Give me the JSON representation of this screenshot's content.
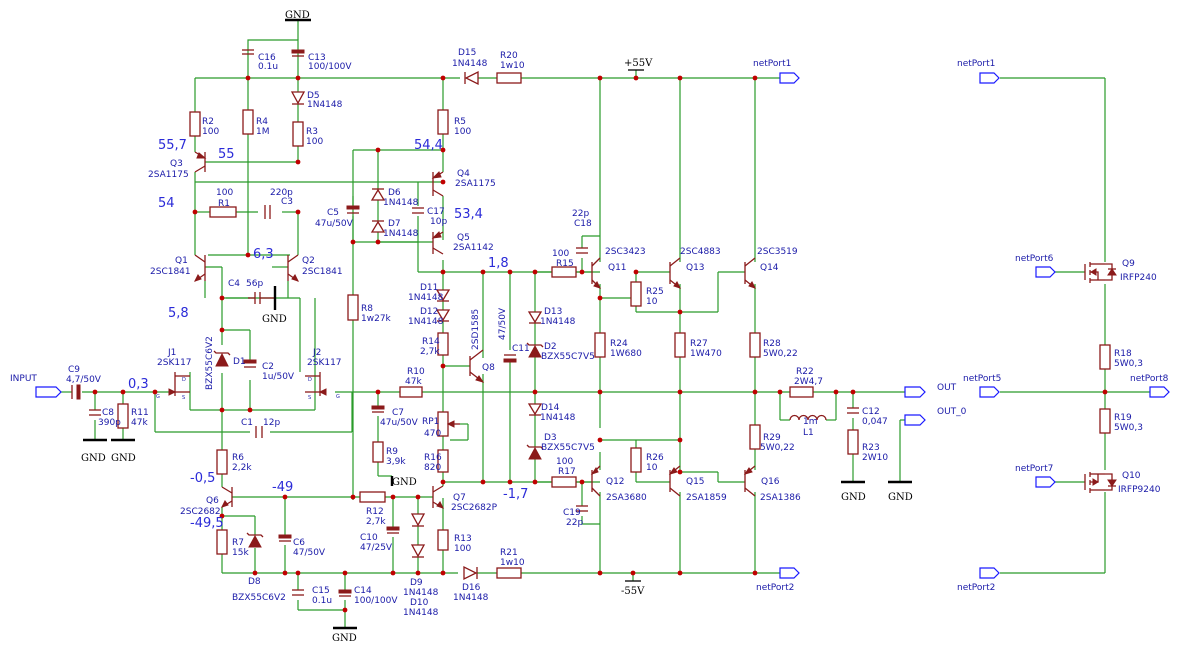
{
  "ports": {
    "input": "INPUT",
    "out": "OUT",
    "out0": "OUT_0",
    "np1a": "netPort1",
    "np1b": "netPort1",
    "np2a": "netPort2",
    "np2b": "netPort2",
    "np5": "netPort5",
    "np6": "netPort6",
    "np7": "netPort7",
    "np8": "netPort8"
  },
  "rails": {
    "vpos": "+55V",
    "vneg": "-55V",
    "gnd": "GND"
  },
  "voltages": [
    "55,7",
    "55",
    "54",
    "54,4",
    "53,4",
    "6,3",
    "5,8",
    "0,3",
    "1,8",
    "-1,7",
    "-0,5",
    "-49",
    "-49,5"
  ],
  "parts": {
    "C16": [
      "C16",
      "0.1u"
    ],
    "C13": [
      "C13",
      "100/100V"
    ],
    "D15": [
      "D15",
      "1N4148"
    ],
    "R20": [
      "R20",
      "1w10"
    ],
    "D5": [
      "D5",
      "1N4148"
    ],
    "R2": [
      "R2",
      "100"
    ],
    "R4": [
      "R4",
      "1M"
    ],
    "R3": [
      "R3",
      "100"
    ],
    "R5": [
      "R5",
      "100"
    ],
    "Q3": [
      "Q3",
      "2SA1175"
    ],
    "Q4": [
      "Q4",
      "2SA1175"
    ],
    "R1": [
      "R1",
      "100"
    ],
    "C3": [
      "C3",
      "220p"
    ],
    "D6": [
      "D6",
      "1N4148"
    ],
    "D7": [
      "D7",
      "1N4148"
    ],
    "C5": [
      "C5",
      "47u/50V"
    ],
    "C17": [
      "C17",
      "10p"
    ],
    "Q5": [
      "Q5",
      "2SA1142"
    ],
    "Q1": [
      "Q1",
      "2SC1841"
    ],
    "Q2": [
      "Q2",
      "2SC1841"
    ],
    "C4": [
      "C4",
      "56p"
    ],
    "R8": [
      "R8",
      "1w27k"
    ],
    "D11": [
      "D11",
      "1N4148"
    ],
    "D12": [
      "D12",
      "1N4148"
    ],
    "R14": [
      "R14",
      "2,7k"
    ],
    "D13": [
      "D13",
      "1N4148"
    ],
    "D2": [
      "D2",
      "BZX55C7V5"
    ],
    "C11": [
      "C11",
      "47/50V"
    ],
    "Q8": [
      "Q8",
      "2SD1585"
    ],
    "J1": [
      "J1",
      "2SK117"
    ],
    "J2": [
      "J2",
      "2SK117"
    ],
    "D1": [
      "D1",
      "BZX55C6V2"
    ],
    "C2": [
      "C2",
      "1u/50V"
    ],
    "C9": [
      "C9",
      "4,7/50V"
    ],
    "C8": [
      "C8",
      "390p"
    ],
    "R11": [
      "R11",
      "47k"
    ],
    "C1": [
      "C1",
      "12p"
    ],
    "R10": [
      "R10",
      "47k"
    ],
    "C7": [
      "C7",
      "47u/50V"
    ],
    "R9": [
      "R9",
      "3,9k"
    ],
    "RP1": [
      "RP1",
      "470"
    ],
    "R16": [
      "R16",
      "820"
    ],
    "D14": [
      "D14",
      "1N4148"
    ],
    "D3": [
      "D3",
      "BZX55C7V5"
    ],
    "R6": [
      "R6",
      "2,2k"
    ],
    "Q6": [
      "Q6",
      "2SC2682"
    ],
    "R7": [
      "R7",
      "15k"
    ],
    "D8": [
      "D8",
      "BZX55C6V2"
    ],
    "C6": [
      "C6",
      "47/50V"
    ],
    "R12": [
      "R12",
      "2,7k"
    ],
    "C10": [
      "C10",
      "47/25V"
    ],
    "Q7": [
      "Q7",
      "2SC2682P"
    ],
    "R13": [
      "R13",
      "100"
    ],
    "D9": [
      "D9",
      "1N4148"
    ],
    "D10": [
      "D10",
      "1N4148"
    ],
    "C15": [
      "C15",
      "0.1u"
    ],
    "C14": [
      "C14",
      "100/100V"
    ],
    "D16": [
      "D16",
      "1N4148"
    ],
    "R21": [
      "R21",
      "1w10"
    ],
    "R15": [
      "R15",
      "100"
    ],
    "C18": [
      "22p",
      "C18"
    ],
    "Q11": [
      "Q11",
      "2SC3423"
    ],
    "R25": [
      "R25",
      "10"
    ],
    "R24": [
      "R24",
      "1W680"
    ],
    "Q13": [
      "Q13",
      "2SC4883"
    ],
    "R27": [
      "R27",
      "1W470"
    ],
    "Q14": [
      "Q14",
      "2SC3519"
    ],
    "R28": [
      "R28",
      "5W0,22"
    ],
    "R17": [
      "R17",
      "100"
    ],
    "Q12": [
      "Q12",
      "2SA3680"
    ],
    "C19": [
      "C19",
      "22p"
    ],
    "R26": [
      "R26",
      "10"
    ],
    "Q15": [
      "Q15",
      "2SA1859"
    ],
    "R29": [
      "R29",
      "5W0,22"
    ],
    "Q16": [
      "Q16",
      "2SA1386"
    ],
    "R22": [
      "R22",
      "2W4,7"
    ],
    "L1": [
      "1m",
      "L1"
    ],
    "C12": [
      "C12",
      "0,047"
    ],
    "R23": [
      "R23",
      "2W10"
    ],
    "Q9": [
      "Q9",
      "IRFP240"
    ],
    "R18": [
      "R18",
      "5W0,3"
    ],
    "R19": [
      "R19",
      "5W0,3"
    ],
    "Q10": [
      "Q10",
      "IRFP9240"
    ]
  },
  "colors": {
    "wire": "#2a9b2a",
    "component": "#8b1a1a",
    "label": "#1a1aa8",
    "junction": "#c00000",
    "voltage": "#2b2bd8"
  }
}
